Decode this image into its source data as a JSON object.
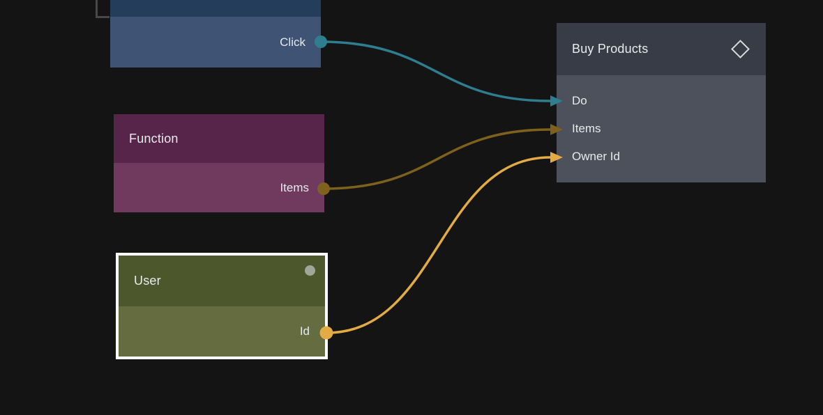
{
  "canvas": {
    "background_color": "#141414"
  },
  "nodes": {
    "click": {
      "header_color": "#233d5b",
      "body_color": "#3f5474",
      "outputs": [
        {
          "label": "Click",
          "port_color": "#2e7e8f"
        }
      ]
    },
    "function": {
      "title": "Function",
      "header_color": "#572549",
      "body_color": "#6f3a5e",
      "outputs": [
        {
          "label": "Items",
          "port_color": "#7d611c"
        }
      ]
    },
    "user": {
      "title": "User",
      "header_color": "#4c582b",
      "body_color": "#656d40",
      "selected": true,
      "selection_color": "#ffffff",
      "status_dot_color": "#a2a69a",
      "outputs": [
        {
          "label": "Id",
          "port_color": "#e2ab44"
        }
      ]
    },
    "buy_products": {
      "title": "Buy Products",
      "header_color": "#383c46",
      "body_color": "#4d515c",
      "icon": "diamond-icon",
      "inputs": [
        {
          "label": "Do",
          "arrow_color": "#2e7e8f"
        },
        {
          "label": "Items",
          "arrow_color": "#7d611c"
        },
        {
          "label": "Owner Id",
          "arrow_color": "#e2ab44"
        }
      ]
    }
  },
  "connections": [
    {
      "from_port": "Click",
      "to_port": "Do",
      "color": "#2e7e8f"
    },
    {
      "from_port": "Items",
      "to_port": "Items",
      "color": "#7d611c"
    },
    {
      "from_port": "Id",
      "to_port": "Owner Id",
      "color": "#e2ab44"
    }
  ]
}
